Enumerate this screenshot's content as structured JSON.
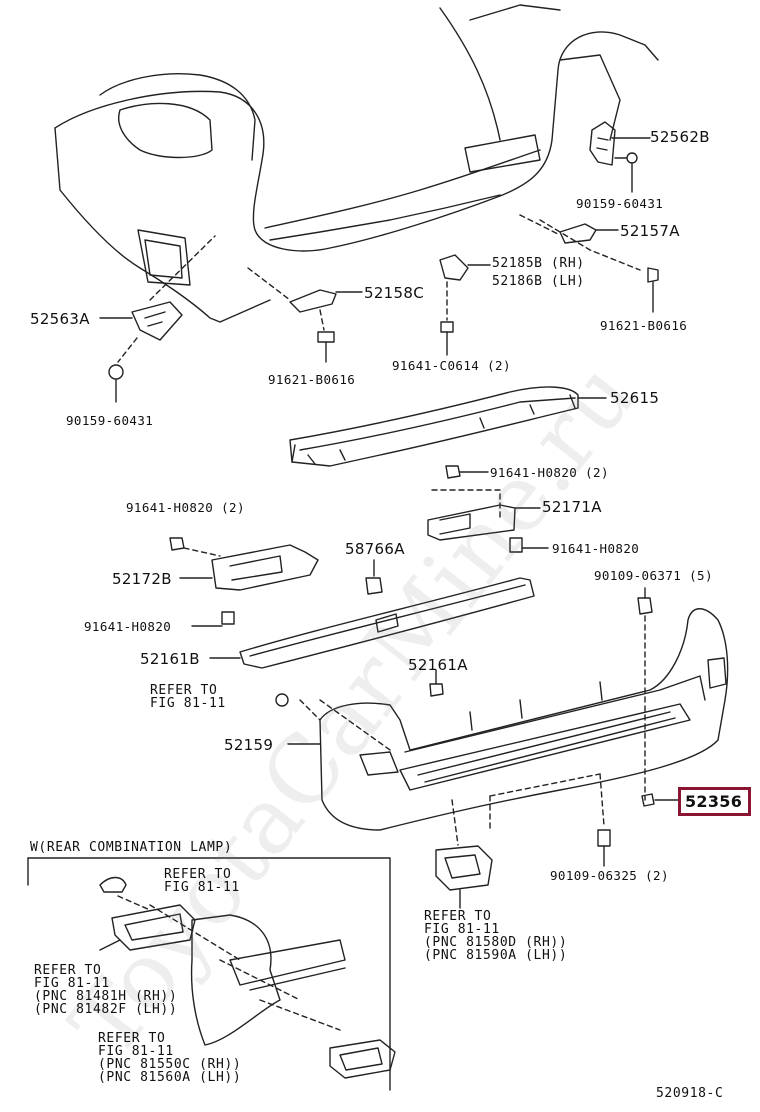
{
  "watermark": "ToyotaCarMine.ru",
  "labels": {
    "p52562B": "52562B",
    "p90159_60431_r": "90159-60431",
    "p52157A": "52157A",
    "p52185B": "52185B (RH)",
    "p52186B": "52186B (LH)",
    "p91621_B0616_r": "91621-B0616",
    "p52158C": "52158C",
    "p52563A": "52563A",
    "p91621_B0616_l": "91621-B0616",
    "p91641_C0614": "91641-C0614 (2)",
    "p90159_60431_l": "90159-60431",
    "p52615": "52615",
    "p91641_H0820_2c": "91641-H0820 (2)",
    "p52171A": "52171A",
    "p91641_H0820_2l": "91641-H0820 (2)",
    "p91641_H0820_r": "91641-H0820",
    "p58766A": "58766A",
    "p90109_06371": "90109-06371 (5)",
    "p52172B": "52172B",
    "p91641_H0820_l": "91641-H0820",
    "p52161B": "52161B",
    "p52161A": "52161A",
    "refer_top": "REFER TO\nFIG 81-11",
    "p52159": "52159",
    "p52356": "52356",
    "rear_lamp_title": "W(REAR COMBINATION LAMP)",
    "refer_lamp_top": "REFER TO\nFIG 81-11",
    "refer_lamp_left": "REFER TO\nFIG 81-11\n(PNC 81481H (RH))\n(PNC 81482F (LH))",
    "refer_lamp_bottom": "REFER TO\nFIG 81-11\n(PNC 81550C (RH))\n(PNC 81560A (LH))",
    "refer_fog": "REFER TO\nFIG 81-11\n(PNC 81580D (RH))\n(PNC 81590A (LH))",
    "p90109_06325": "90109-06325 (2)",
    "fig_code": "520918-C"
  }
}
